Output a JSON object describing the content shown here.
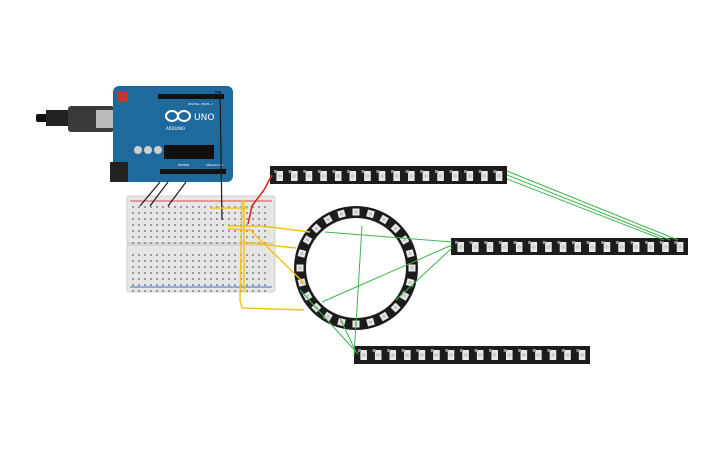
{
  "arduino": {
    "model": "UNO",
    "brand": "ARDUINO",
    "digital_label": "DIGITAL (PWM~)",
    "power_label": "POWER",
    "analog_label": "ANALOG IN",
    "board_color": "#1f6a9c",
    "logo_color": "#ffffff"
  },
  "colors": {
    "wire_green": "#3cb44b",
    "wire_yellow": "#f2c10f",
    "wire_red": "#d52b1e",
    "wire_black": "#1a1a1a",
    "strip_body": "#1c1c1c",
    "breadboard": "#e6e6e6",
    "power_rail_red": "#e04b4b",
    "power_rail_blue": "#3b6fd1"
  },
  "components": {
    "strip_top": {
      "leds": 16,
      "name": "LED strip"
    },
    "strip_right": {
      "leds": 16,
      "name": "LED strip"
    },
    "strip_bottom": {
      "leds": 16,
      "name": "LED strip"
    },
    "ring": {
      "leds": 24,
      "name": "LED ring"
    }
  }
}
